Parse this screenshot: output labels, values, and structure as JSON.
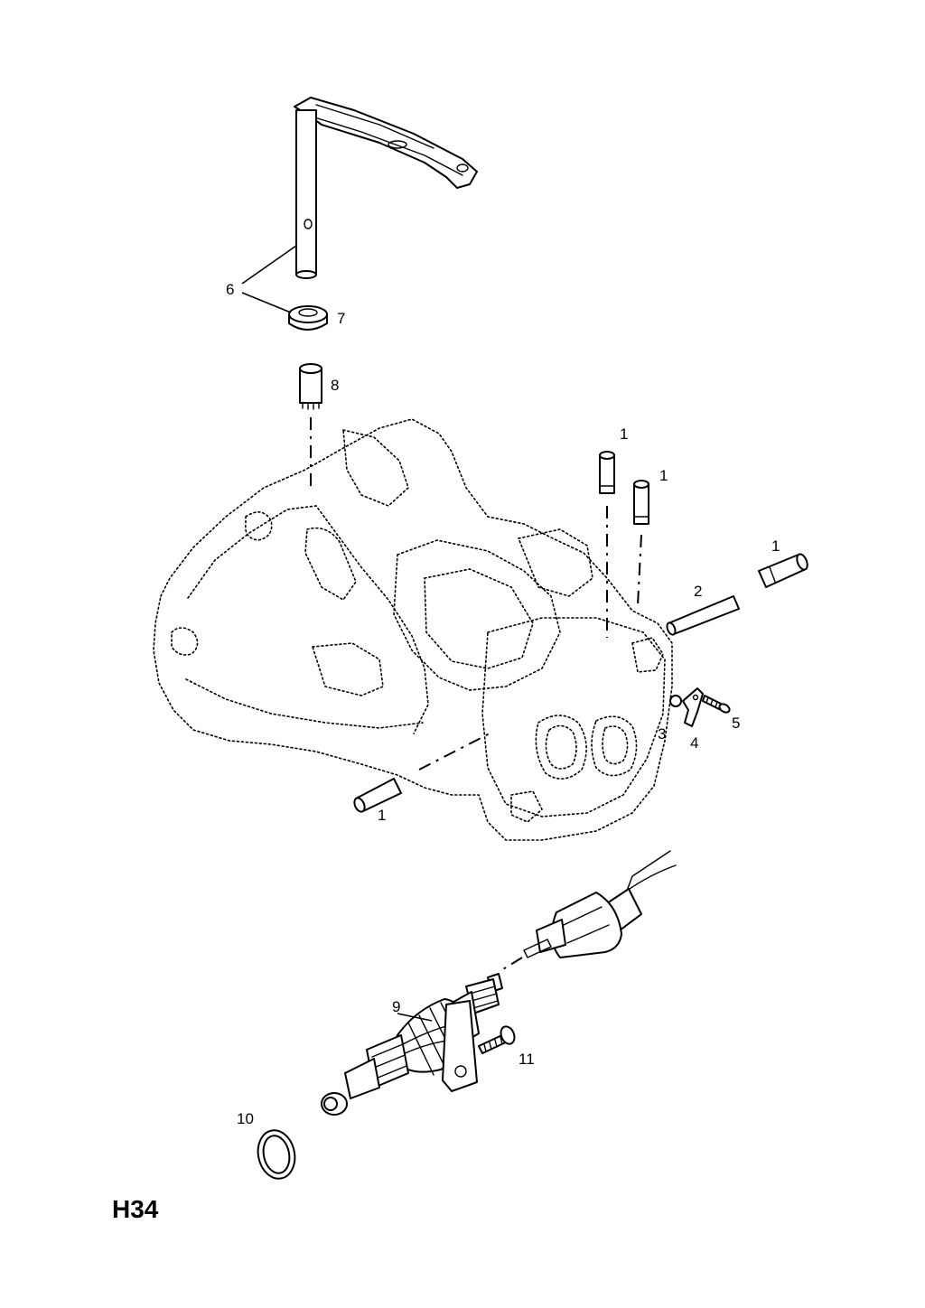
{
  "diagram": {
    "page_id": "H34",
    "callouts": {
      "shift_shaft": "6",
      "shaft_seal": "7",
      "bushing": "8",
      "pin_top_left": "1",
      "pin_top_right": "1",
      "pin_right": "1",
      "pin_lower_left": "1",
      "shift_rod": "2",
      "small_ball": "3",
      "bracket": "4",
      "bolt_small": "5",
      "speedo_drive": "9",
      "o_ring": "10",
      "bolt_speedo": "11"
    }
  }
}
